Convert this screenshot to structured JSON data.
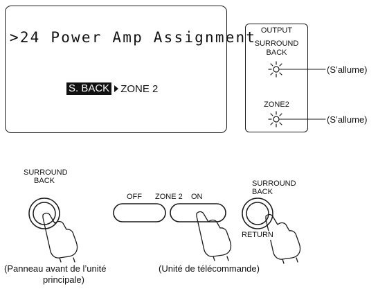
{
  "screen": {
    "title": ">24 Power Amp Assignment",
    "selected_label": "S. BACK",
    "value_label": "ZONE 2"
  },
  "output_panel": {
    "heading": "OUTPUT",
    "surround_back_line1": "SURROUND",
    "surround_back_line2": "BACK",
    "zone2_label": "ZONE2",
    "surround_back_note": "(S’allume)",
    "zone2_note": "(S’allume)"
  },
  "main_unit": {
    "button_label_line1": "SURROUND",
    "button_label_line2": "BACK",
    "caption_line1": "(Panneau avant de l’unité",
    "caption_line2": "principale)"
  },
  "remote": {
    "off_label": "OFF",
    "zone2_label": "ZONE 2",
    "on_label": "ON",
    "surround_back_line1": "SURROUND",
    "surround_back_line2": "BACK",
    "return_label": "RETURN",
    "caption": "(Unité de télécommande)"
  },
  "colors": {
    "ink": "#1a1a1a",
    "background": "#ffffff"
  }
}
